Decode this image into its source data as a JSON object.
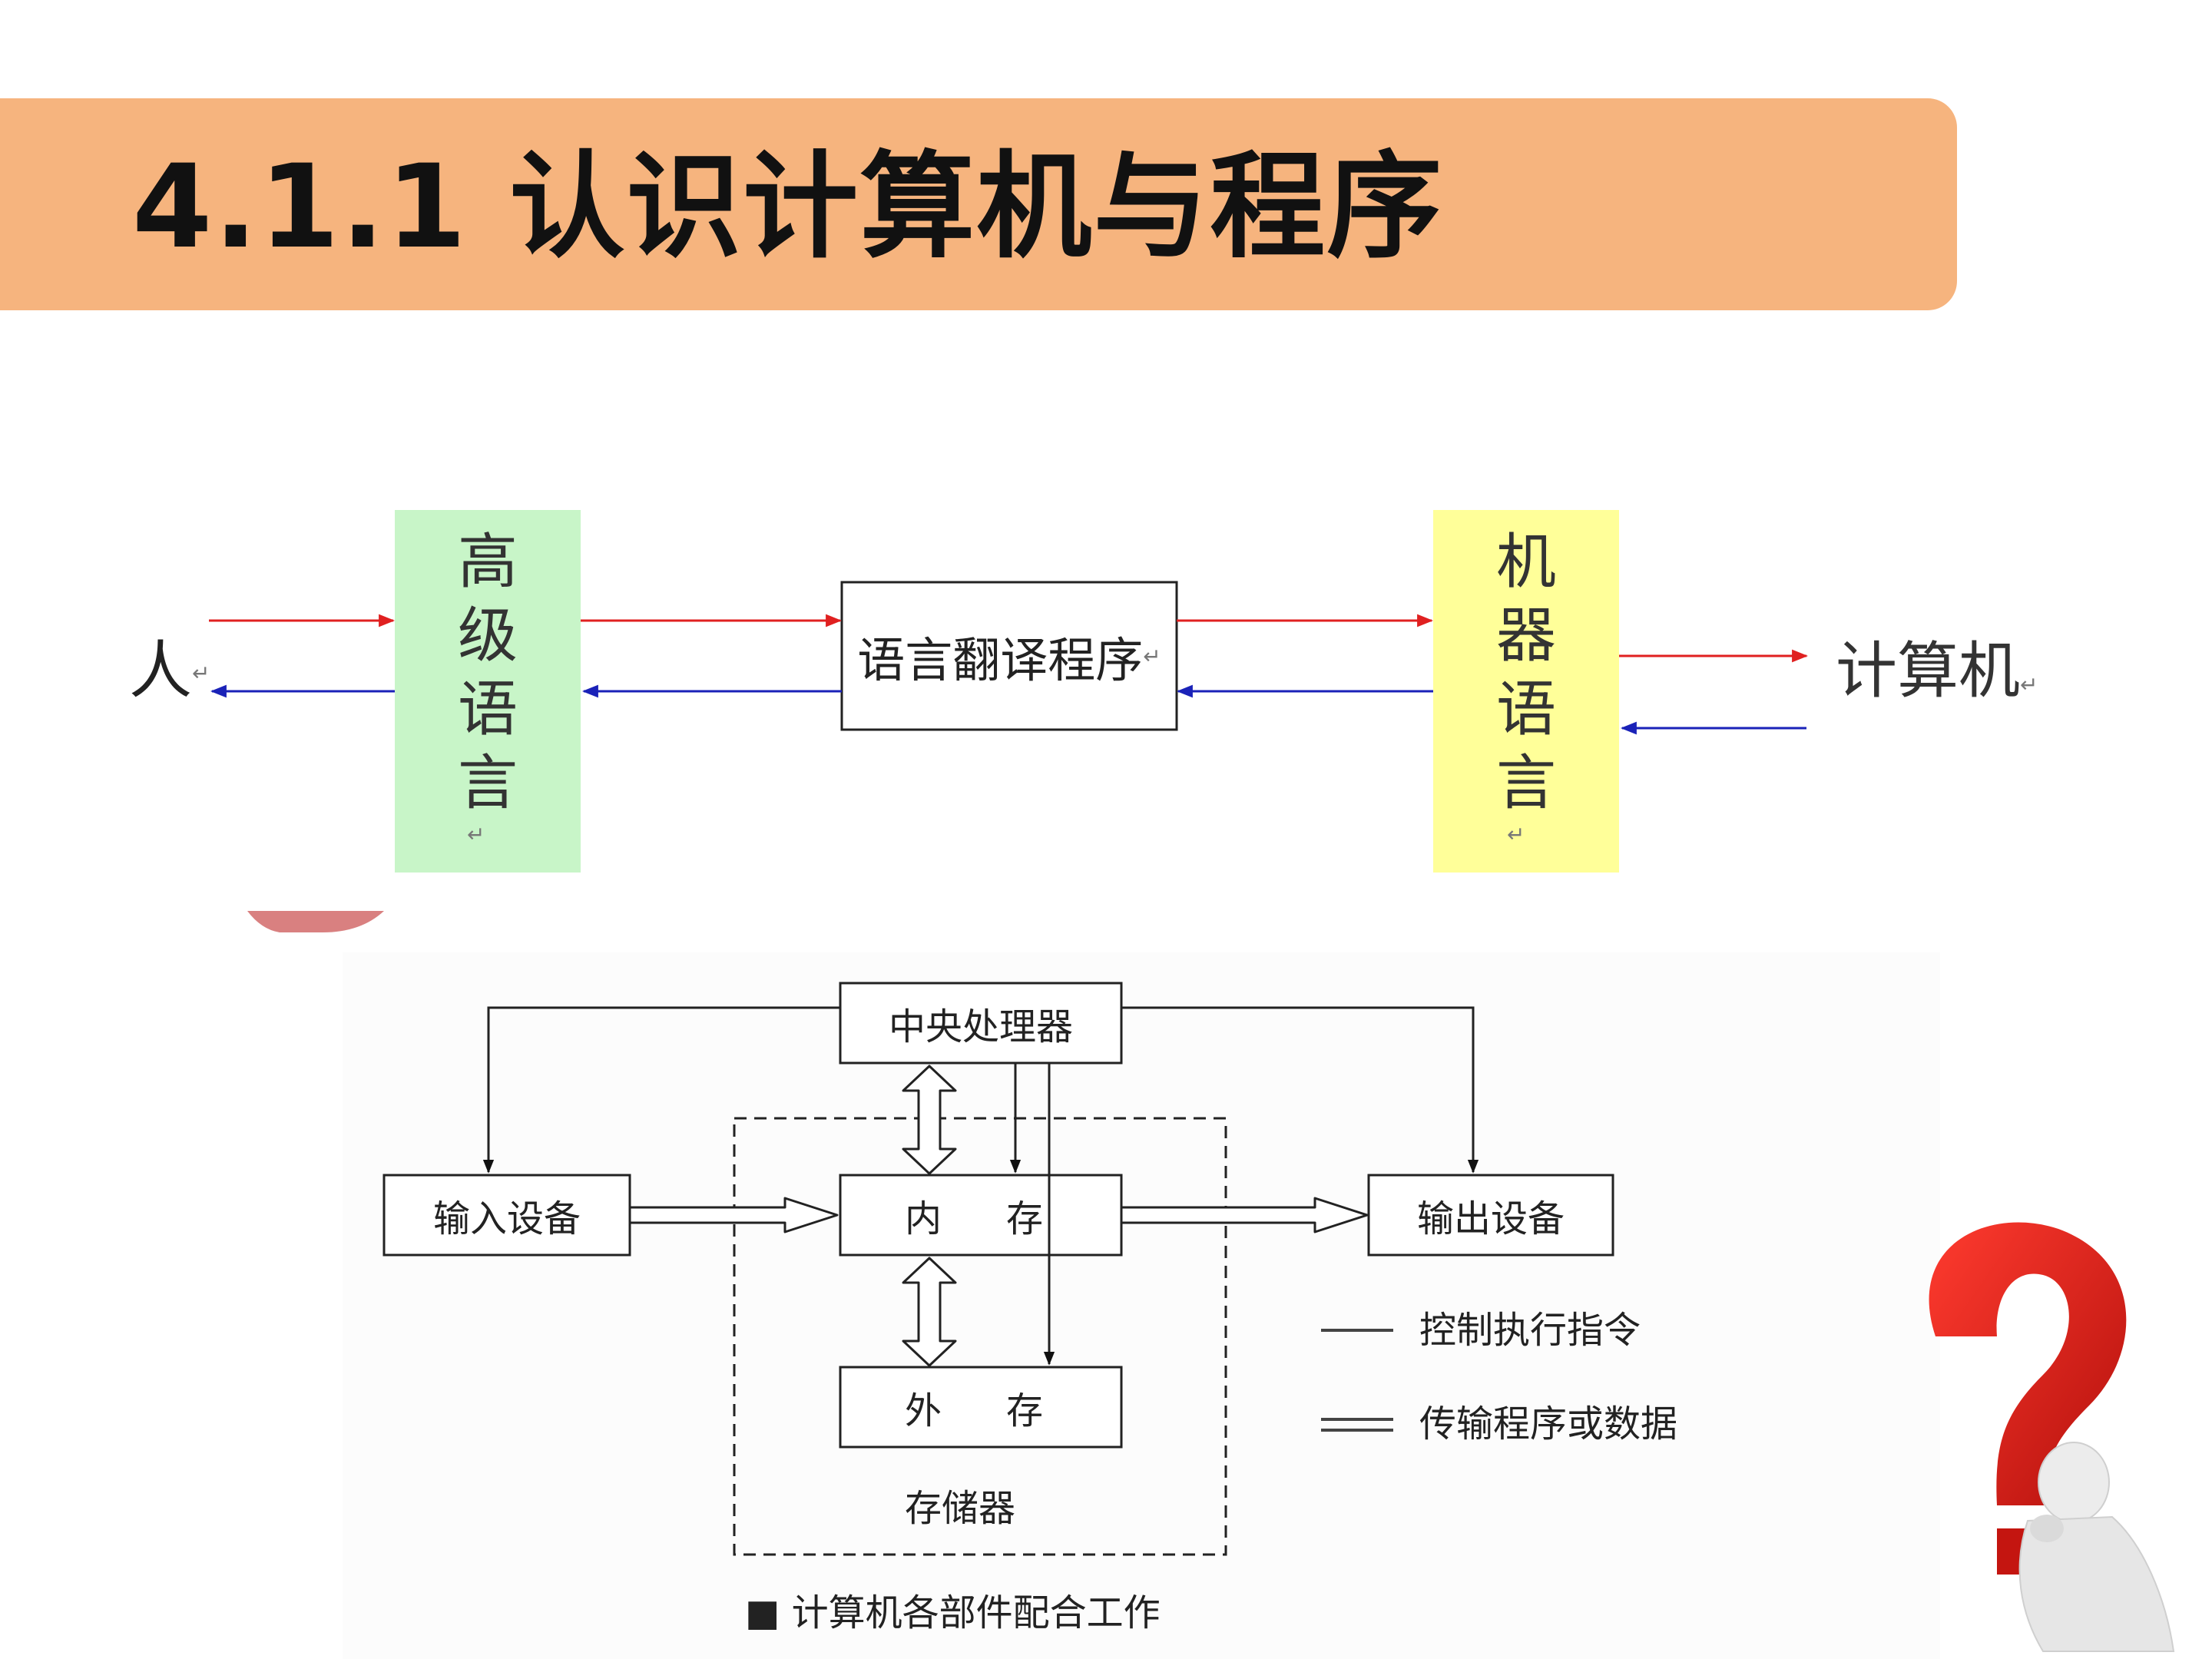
{
  "title": "4.1.1  认识计算机与程序",
  "translation_diagram": {
    "human": "人",
    "high_level_language": [
      "高",
      "级",
      "语",
      "言"
    ],
    "translator": "语言翻译程序",
    "machine_language": [
      "机",
      "器",
      "语",
      "言"
    ],
    "computer": "计算机",
    "colors": {
      "forward_arrow": "#E02020",
      "backward_arrow": "#1A22B8",
      "high_level_fill": "#C8F5C8",
      "machine_fill": "#FFFF99"
    }
  },
  "architecture_diagram": {
    "cpu": "中央处理器",
    "input_device": "输入设备",
    "memory": "内　存",
    "output_device": "输出设备",
    "external_storage": "外　存",
    "storage_group": "存储器",
    "legend": [
      {
        "line": "single",
        "label": "控制执行指令"
      },
      {
        "line": "double",
        "label": "传输程序或数据"
      }
    ],
    "caption": "■ 计算机各部件配合工作"
  },
  "decoration": {
    "icon": "question-mark-figure-icon"
  }
}
